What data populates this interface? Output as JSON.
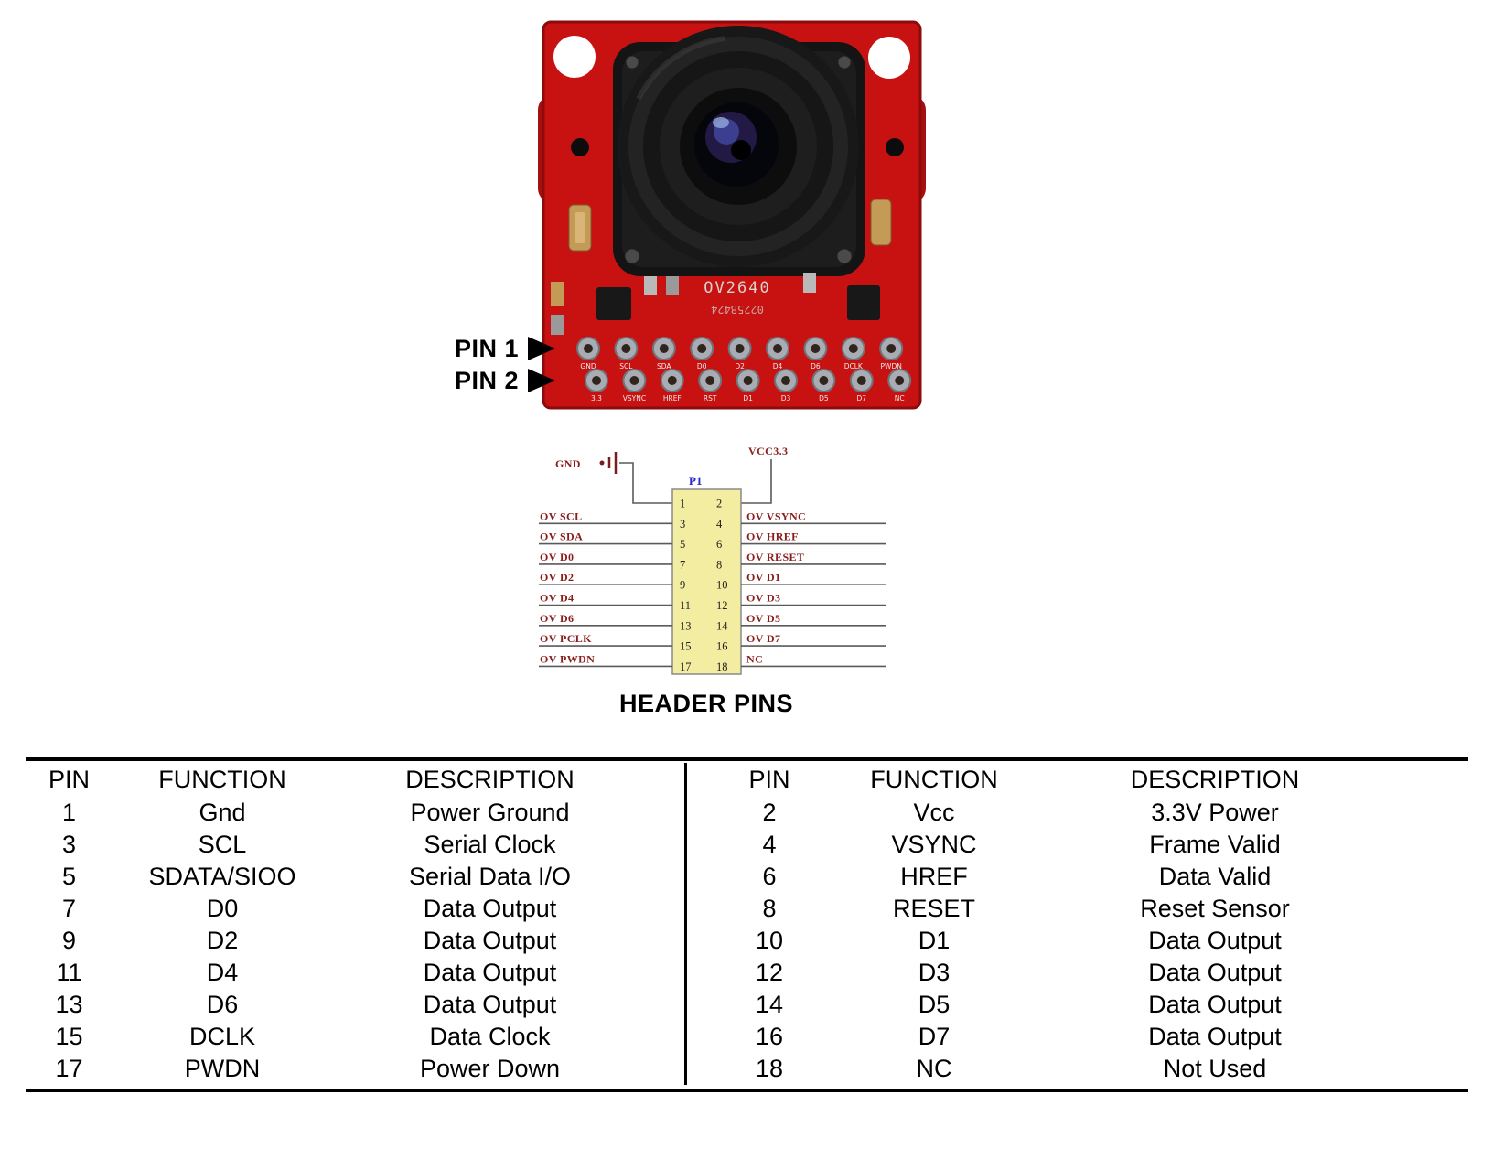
{
  "caption": "HEADER PINS",
  "module": {
    "chip_label": "OV2640",
    "serial_label": "0225B424",
    "pin1_callout": "PIN 1",
    "pin2_callout": "PIN 2",
    "top_row_pad_labels": [
      "GND",
      "SCL",
      "SDA",
      "D0",
      "D2",
      "D4",
      "D6",
      "DCLK",
      "PWDN"
    ],
    "bottom_row_pad_labels": [
      "3.3",
      "VSYNC",
      "HREF",
      "RST",
      "D1",
      "D3",
      "D5",
      "D7",
      "NC"
    ]
  },
  "schematic": {
    "connector_label": "P1",
    "gnd_label": "GND",
    "vcc_label": "VCC3.3",
    "left_pins": [
      "1",
      "3",
      "5",
      "7",
      "9",
      "11",
      "13",
      "15",
      "17"
    ],
    "right_pins": [
      "2",
      "4",
      "6",
      "8",
      "10",
      "12",
      "14",
      "16",
      "18"
    ],
    "left_signals": [
      "OV SCL",
      "OV SDA",
      "OV D0",
      "OV D2",
      "OV D4",
      "OV D6",
      "OV PCLK",
      "OV PWDN"
    ],
    "right_signals": [
      "OV VSYNC",
      "OV HREF",
      "OV RESET",
      "OV D1",
      "OV D3",
      "OV D5",
      "OV D7",
      "NC"
    ]
  },
  "table": {
    "headers": [
      "PIN",
      "FUNCTION",
      "DESCRIPTION"
    ],
    "left_rows": [
      [
        "1",
        "Gnd",
        "Power Ground"
      ],
      [
        "3",
        "SCL",
        "Serial Clock"
      ],
      [
        "5",
        "SDATA/SIOO",
        "Serial Data I/O"
      ],
      [
        "7",
        "D0",
        "Data Output"
      ],
      [
        "9",
        "D2",
        "Data Output"
      ],
      [
        "11",
        "D4",
        "Data Output"
      ],
      [
        "13",
        "D6",
        "Data Output"
      ],
      [
        "15",
        "DCLK",
        "Data Clock"
      ],
      [
        "17",
        "PWDN",
        "Power Down"
      ]
    ],
    "right_rows": [
      [
        "2",
        "Vcc",
        "3.3V Power"
      ],
      [
        "4",
        "VSYNC",
        "Frame Valid"
      ],
      [
        "6",
        "HREF",
        "Data Valid"
      ],
      [
        "8",
        "RESET",
        "Reset Sensor"
      ],
      [
        "10",
        "D1",
        "Data Output"
      ],
      [
        "12",
        "D3",
        "Data Output"
      ],
      [
        "14",
        "D5",
        "Data Output"
      ],
      [
        "16",
        "D7",
        "Data Output"
      ],
      [
        "18",
        "NC",
        "Not Used"
      ]
    ]
  }
}
